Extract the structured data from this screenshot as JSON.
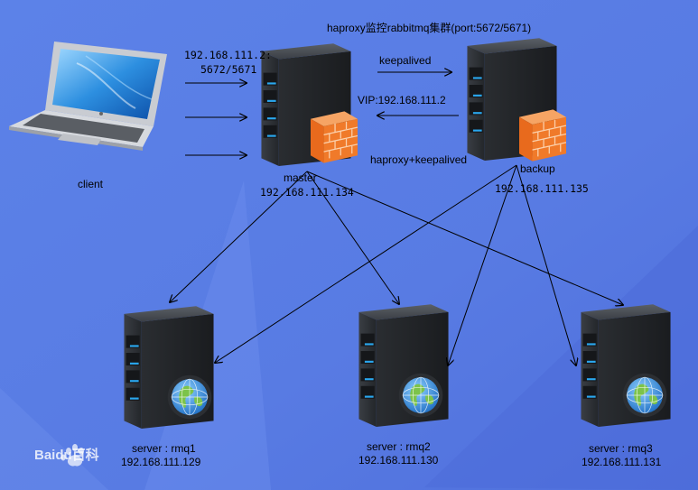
{
  "title": "haproxy监控rabbitmq集群(port:5672/5671)",
  "client": {
    "label": "client",
    "address_line1": "192.168.111.2:",
    "address_line2": "5672/5671"
  },
  "keepalived_label": "keepalived",
  "vip_label": "VIP:192.168.111.2",
  "haproxy_keepalived_label": "haproxy+keepalived",
  "master": {
    "name": "master",
    "ip": "192.168.111.134"
  },
  "backup": {
    "name": "backup",
    "ip": "192.168.111.135"
  },
  "servers": [
    {
      "name": "server : rmq1",
      "ip": "192.168.111.129"
    },
    {
      "name": "server :  rmq2",
      "ip": "192.168.111.130"
    },
    {
      "name": "server :  rmq3",
      "ip": "192.168.111.131"
    }
  ],
  "watermark": "Baidu百科",
  "colors": {
    "background": "#5a7ee6",
    "firewall": "#f07a2a",
    "globe": "#3f8fd8",
    "server_body": "#2c2f33",
    "led": "#2aa7ee"
  }
}
